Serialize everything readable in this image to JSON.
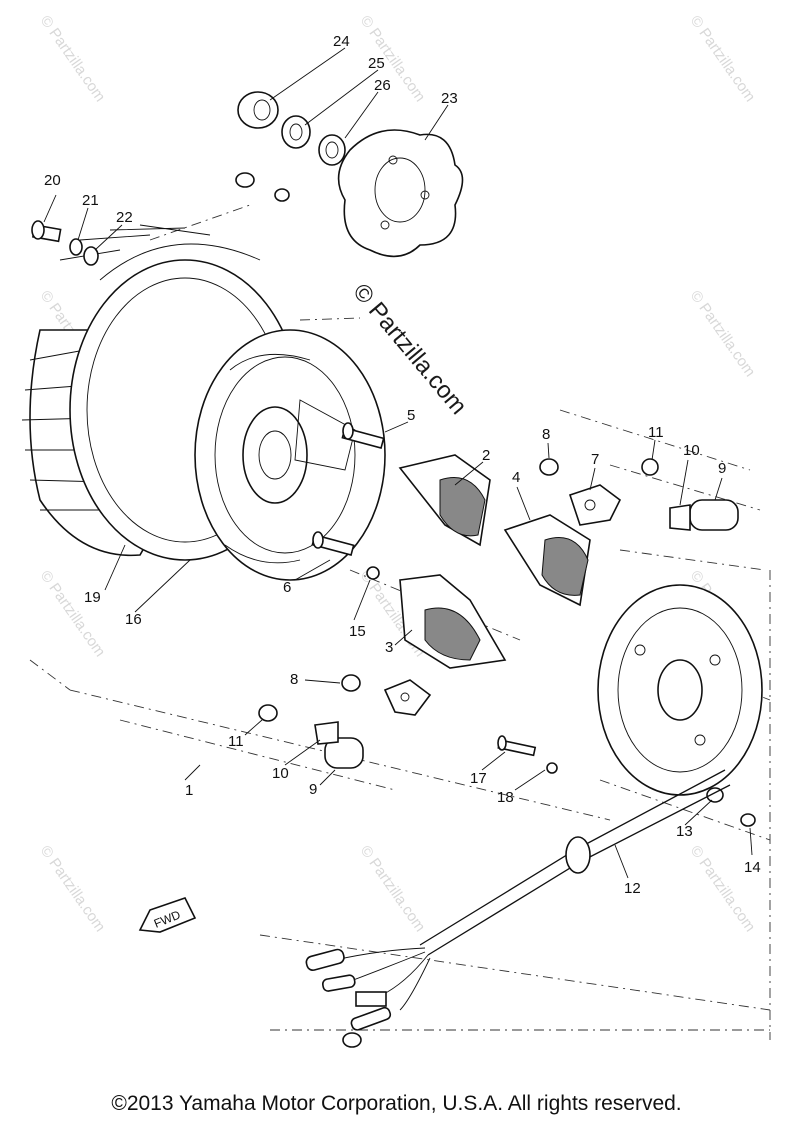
{
  "watermark": {
    "main": "© Partzilla.com",
    "tile": "© Partzilla.com"
  },
  "direction_label": "FWD",
  "copyright": "©2013 Yamaha Motor Corporation, U.S.A. All rights reserved.",
  "callouts": {
    "c1": "1",
    "c2": "2",
    "c3": "3",
    "c4": "4",
    "c5": "5",
    "c6": "6",
    "c7": "7",
    "c8a": "8",
    "c8b": "8",
    "c9a": "9",
    "c9b": "9",
    "c10a": "10",
    "c10b": "10",
    "c11a": "11",
    "c11b": "11",
    "c12": "12",
    "c13": "13",
    "c14": "14",
    "c15": "15",
    "c16": "16",
    "c17": "17",
    "c18": "18",
    "c19": "19",
    "c20": "20",
    "c21": "21",
    "c22": "22",
    "c23": "23",
    "c24": "24",
    "c25": "25",
    "c26": "26"
  }
}
